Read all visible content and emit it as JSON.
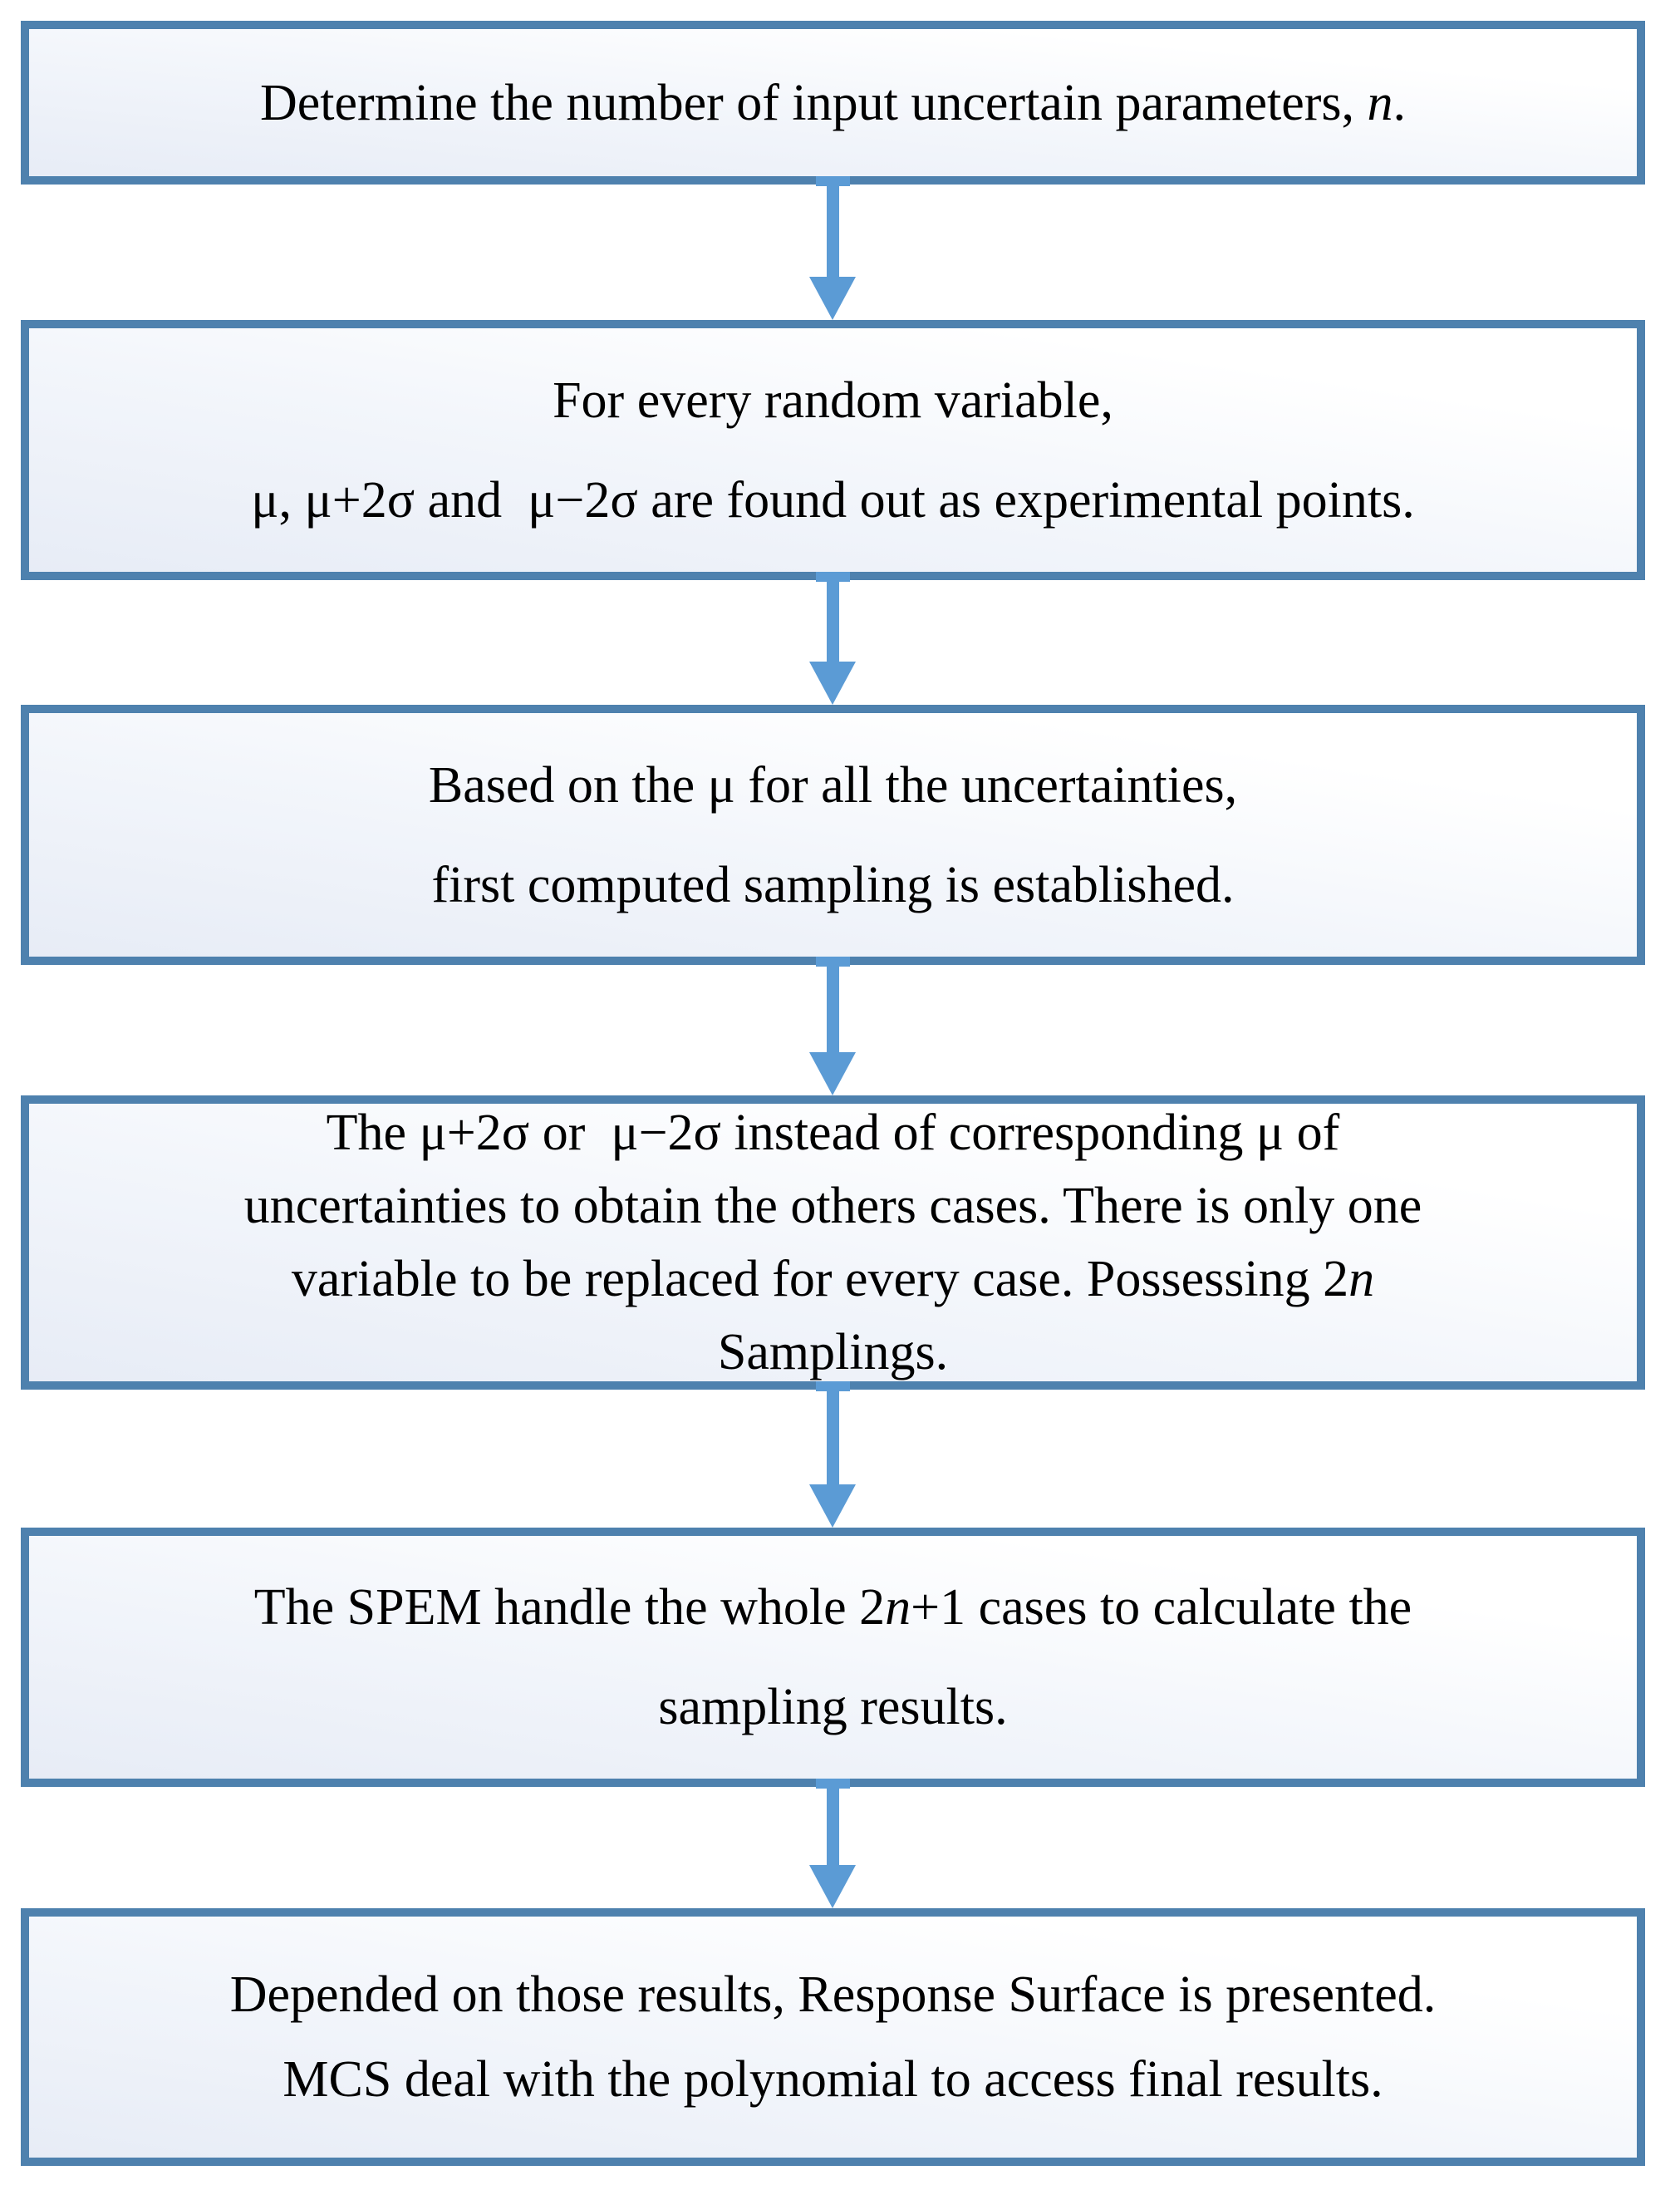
{
  "colors": {
    "box_border": "#4e81ae",
    "box_fill_light": "#e7ecf6",
    "box_fill_white": "#ffffff",
    "arrow": "#5b9bd5",
    "text": "#000000"
  },
  "steps": [
    {
      "name": "determine-parameters",
      "lines": [
        [
          {
            "text": "Determine the number of input uncertain parameters, "
          },
          {
            "text": "n",
            "italic": true
          },
          {
            "text": "."
          }
        ]
      ]
    },
    {
      "name": "experimental-points",
      "lines": [
        [
          {
            "text": "For every random variable,"
          }
        ],
        [
          {
            "text": "μ, μ+2σ and  μ−2σ are found out as experimental points."
          }
        ]
      ]
    },
    {
      "name": "first-computed-sampling",
      "lines": [
        [
          {
            "text": "Based on the μ for all the uncertainties,"
          }
        ],
        [
          {
            "text": "first computed sampling is established."
          }
        ]
      ]
    },
    {
      "name": "replace-variable-cases",
      "lines": [
        [
          {
            "text": "The μ+2σ or  μ−2σ instead of corresponding μ of"
          }
        ],
        [
          {
            "text": "uncertainties to obtain the others cases. There is only one"
          }
        ],
        [
          {
            "text": "variable to be replaced for every case. Possessing 2"
          },
          {
            "text": "n",
            "italic": true
          }
        ],
        [
          {
            "text": "Samplings."
          }
        ]
      ]
    },
    {
      "name": "spem-calculation",
      "lines": [
        [
          {
            "text": "The SPEM handle the whole 2"
          },
          {
            "text": "n",
            "italic": true
          },
          {
            "text": "+1 cases to calculate the"
          }
        ],
        [
          {
            "text": "sampling results."
          }
        ]
      ]
    },
    {
      "name": "response-surface-mcs",
      "lines": [
        [
          {
            "text": "Depended on those results, Response Surface is presented."
          }
        ],
        [
          {
            "text": "MCS deal with the polynomial to access final results."
          }
        ]
      ]
    }
  ],
  "arrows": [
    {
      "name": "down-arrow-1",
      "direction": "down"
    },
    {
      "name": "down-arrow-2",
      "direction": "down"
    },
    {
      "name": "down-arrow-3",
      "direction": "down"
    },
    {
      "name": "down-arrow-4",
      "direction": "down"
    },
    {
      "name": "down-arrow-5",
      "direction": "down"
    }
  ]
}
